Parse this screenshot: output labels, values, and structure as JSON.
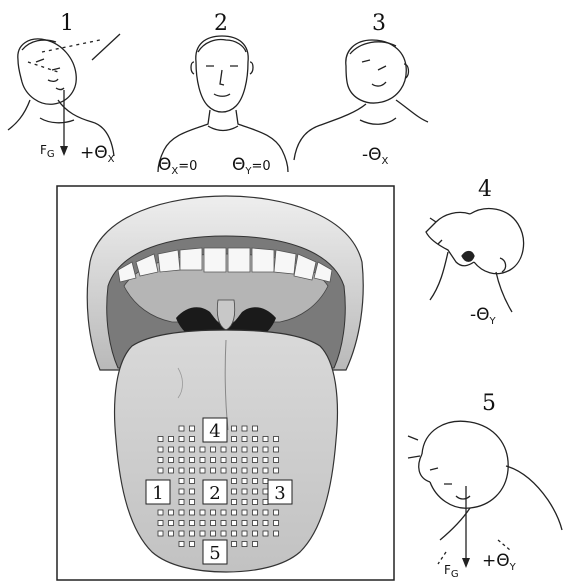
{
  "positions": {
    "p1": "1",
    "p2": "2",
    "p3": "3",
    "p4": "4",
    "p5": "5"
  },
  "labels": {
    "fg": "F",
    "fg_sub": "G",
    "theta": "Θ",
    "plus_x": "+",
    "x": "X",
    "y": "Y",
    "eq0": "=0",
    "minus": "-",
    "plus_y": "+"
  },
  "tongue_regions": {
    "top": "4",
    "left": "1",
    "center": "2",
    "right": "3",
    "bottom": "5"
  }
}
